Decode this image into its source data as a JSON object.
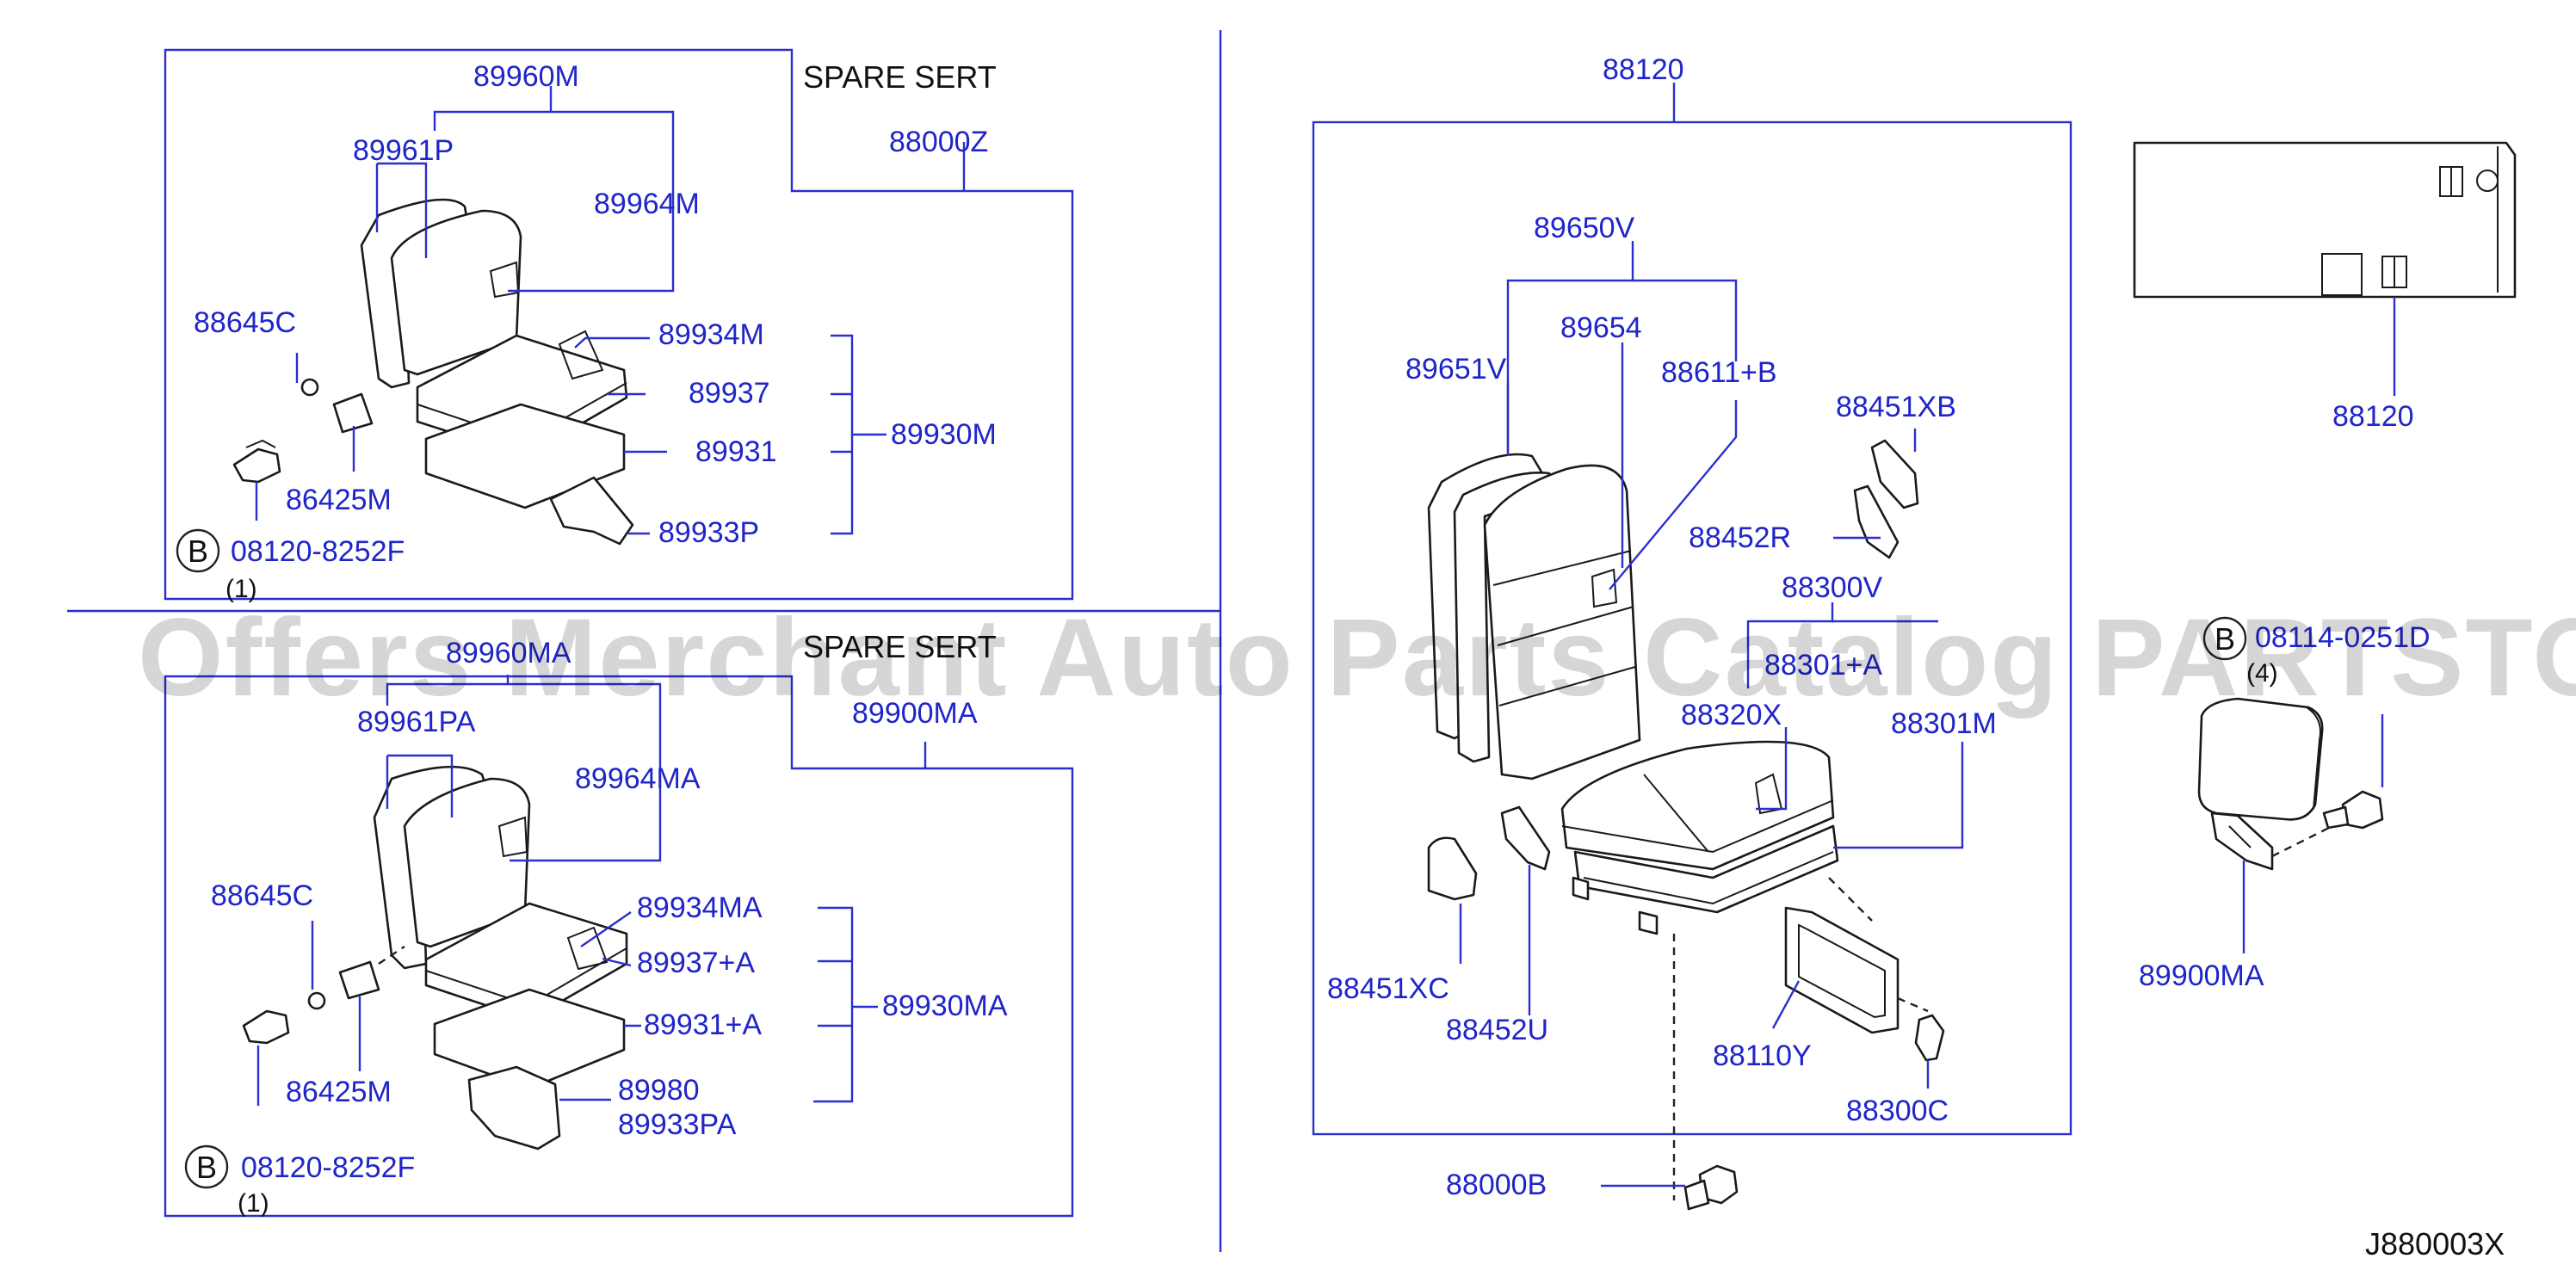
{
  "diagram": {
    "top_left": {
      "spare_label": "SPARE  SERT",
      "parts": [
        "89960M",
        "89961P",
        "89964M",
        "88000Z",
        "88645C",
        "89934M",
        "89937",
        "89931",
        "89930M",
        "86425M",
        "89933P"
      ],
      "bolt_badge": "B",
      "bolt_part": "08120-8252F",
      "bolt_qty": "(1)"
    },
    "bottom_left": {
      "spare_label": "SPARE  SERT",
      "parts": [
        "89960MA",
        "89961PA",
        "89964MA",
        "89900MA",
        "88645C",
        "89934MA",
        "89937+A",
        "89931+A",
        "89930MA",
        "86425M",
        "89980",
        "89933PA"
      ],
      "bolt_badge": "B",
      "bolt_part": "08120-8252F",
      "bolt_qty": "(1)"
    },
    "right": {
      "parts": [
        "88120",
        "89650V",
        "89654",
        "89651V",
        "88611+B",
        "88451XB",
        "88452R",
        "88300V",
        "88301+A",
        "88320X",
        "88301M",
        "88451XC",
        "88452U",
        "88110Y",
        "88300C",
        "88000B"
      ]
    },
    "far_right": {
      "parts": [
        "88120",
        "89900MA"
      ],
      "bolt_badge": "B",
      "bolt_part": "08114-0251D",
      "bolt_qty": "(4)"
    },
    "drawing_code": "J880003X",
    "watermark": "Offers Merchant Auto Parts Catalog PARTSTORE.SA"
  }
}
